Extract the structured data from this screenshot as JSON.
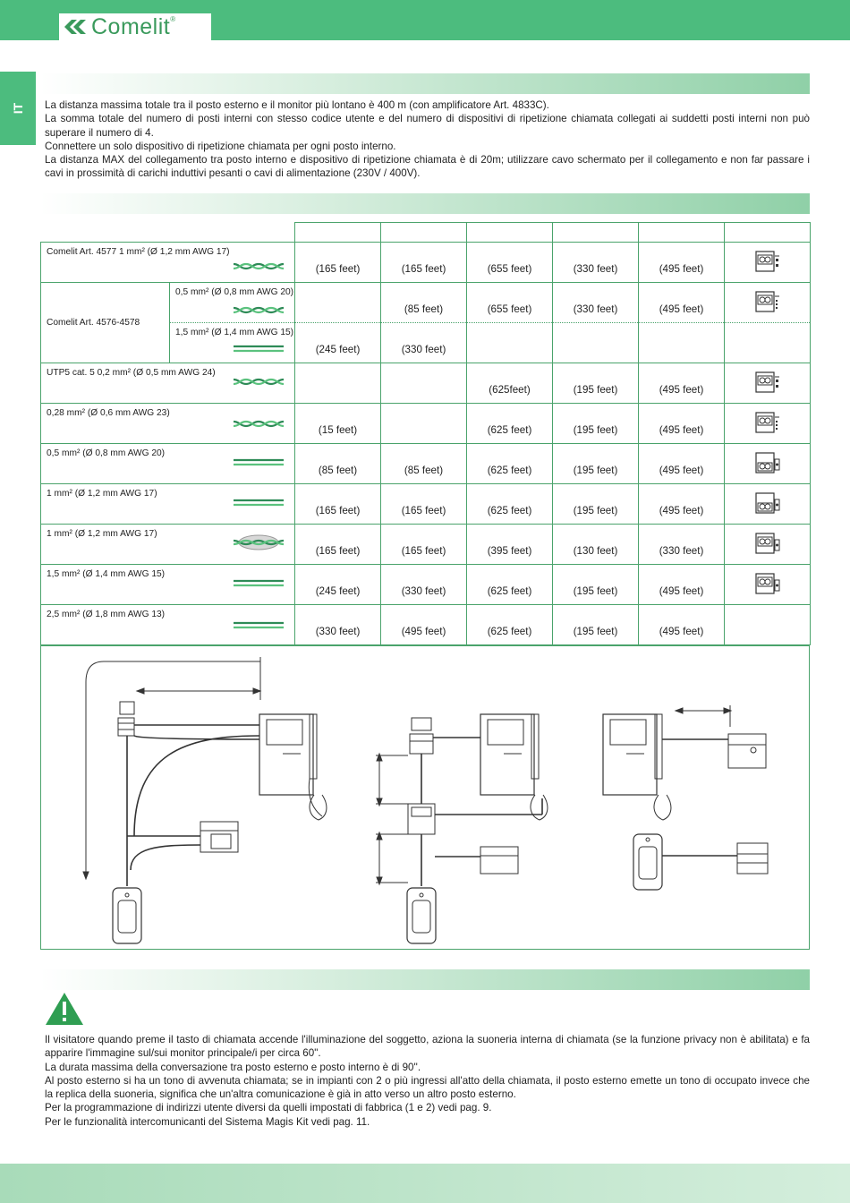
{
  "brand": {
    "name": "Comelit",
    "reg": "®",
    "green": "#4cbc7e"
  },
  "language_tab": "IT",
  "intro_paragraphs": [
    "La distanza massima totale tra il posto esterno e il monitor più lontano è 400 m (con amplificatore Art. 4833C).",
    "La somma totale del numero di posti interni con stesso codice utente e del numero di dispositivi di ripetizione chiamata collegati ai suddetti posti interni non può superare il numero di 4.",
    "Connettere un solo dispositivo di ripetizione chiamata per ogni posto interno.",
    "La distanza MAX del collegamento tra posto interno e dispositivo di ripetizione chiamata è di 20m; utilizzare cavo schermato per il collegamento e non far passare i cavi in prossimità di carichi induttivi pesanti o cavi di alimentazione (230V / 400V)."
  ],
  "table": {
    "rows": [
      {
        "desc": "Comelit Art. 4577 1 mm² (Ø 1,2 mm AWG 17)",
        "cable": "twisted",
        "values": [
          "(165 feet)",
          "(165 feet)",
          "(655 feet)",
          "(330 feet)",
          "(495 feet)"
        ],
        "icon": "monitor-wiring-icon-a"
      },
      {
        "group": "Comelit Art. 4576-4578",
        "sub": [
          {
            "desc": "0,5 mm² (Ø 0,8 mm AWG 20)",
            "cable": "twisted",
            "values": [
              "",
              "(85 feet)",
              "(655 feet)",
              "(330 feet)",
              "(495 feet)"
            ],
            "icon": "monitor-wiring-icon-b"
          },
          {
            "desc": "1,5 mm² (Ø 1,4 mm AWG 15)",
            "cable": "straight",
            "values": [
              "(245 feet)",
              "(330 feet)",
              "",
              "",
              ""
            ]
          }
        ]
      },
      {
        "desc": "UTP5 cat. 5 0,2 mm² (Ø 0,5 mm AWG 24)",
        "cable": "twisted",
        "values": [
          "",
          "",
          "(625feet)",
          "(195 feet)",
          "(495 feet)"
        ],
        "icon": "monitor-wiring-icon-a"
      },
      {
        "desc": "0,28 mm² (Ø 0,6 mm AWG 23)",
        "cable": "twisted",
        "values": [
          "(15 feet)",
          "",
          "(625 feet)",
          "(195 feet)",
          "(495 feet)"
        ],
        "icon": "monitor-wiring-icon-b"
      },
      {
        "desc": "0,5 mm² (Ø 0,8 mm AWG 20)",
        "cable": "straight",
        "values": [
          "(85 feet)",
          "(85 feet)",
          "(625 feet)",
          "(195 feet)",
          "(495 feet)"
        ],
        "icon": "monitor-wiring-icon-c"
      },
      {
        "desc": "1 mm² (Ø 1,2 mm AWG 17)",
        "cable": "straight",
        "values": [
          "(165 feet)",
          "(165 feet)",
          "(625 feet)",
          "(195 feet)",
          "(495 feet)"
        ],
        "icon": "monitor-wiring-icon-c"
      },
      {
        "desc": "1 mm² (Ø 1,2 mm AWG 17)",
        "cable": "shielded",
        "values": [
          "(165 feet)",
          "(165 feet)",
          "(395 feet)",
          "(130 feet)",
          "(330 feet)"
        ],
        "icon": "monitor-wiring-icon-c"
      },
      {
        "desc": "1,5 mm² (Ø 1,4 mm AWG 15)",
        "cable": "straight",
        "values": [
          "(245 feet)",
          "(330 feet)",
          "(625 feet)",
          "(195 feet)",
          "(495 feet)"
        ],
        "icon": "monitor-wiring-icon-c"
      },
      {
        "desc": "2,5 mm² (Ø 1,8 mm AWG 13)",
        "cable": "straight",
        "values": [
          "(330 feet)",
          "(495 feet)",
          "(625 feet)",
          "(195 feet)",
          "(495 feet)"
        ],
        "icon": ""
      }
    ]
  },
  "warning_paragraphs": [
    "Il visitatore quando preme il tasto di chiamata accende l'illuminazione del soggetto, aziona la suoneria interna di chiamata (se la funzione privacy non è abilitata) e fa apparire l'immagine sul/sui monitor principale/i per circa 60\".",
    "La durata massima della conversazione tra posto esterno e posto interno è di 90''.",
    "Al posto esterno si ha un tono di avvenuta chiamata; se in impianti con 2 o più ingressi all'atto della chiamata, il posto esterno emette un tono di occupato invece che la replica della suoneria, significa che un'altra comunicazione è già in atto verso un altro posto esterno.",
    "Per la programmazione di indirizzi utente diversi da quelli impostati di fabbrica (1 e 2) vedi pag. 9.",
    "Per le funzionalità intercomunicanti del Sistema Magis Kit vedi pag. 11."
  ]
}
